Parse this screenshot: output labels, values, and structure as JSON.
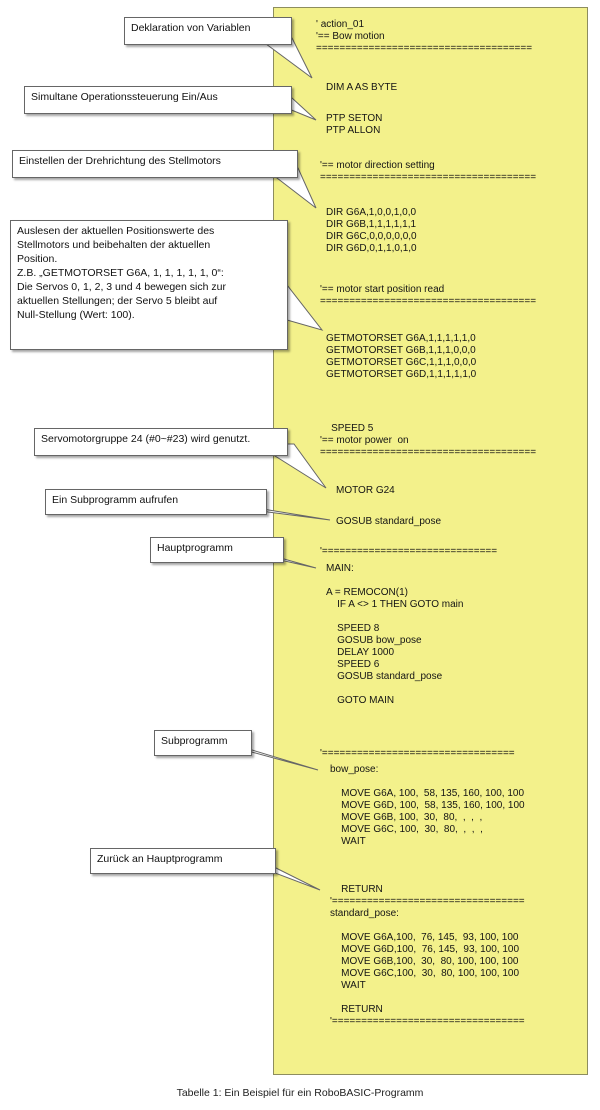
{
  "code_blocks": [
    {
      "id": "header",
      "lines": [
        "' action_01",
        "'== Bow motion",
        "====================================="
      ]
    },
    {
      "id": "dim",
      "lines": [
        "DIM A AS BYTE"
      ]
    },
    {
      "id": "ptp",
      "lines": [
        "PTP SETON",
        "PTP ALLON"
      ]
    },
    {
      "id": "dir_header",
      "lines": [
        "'== motor direction setting",
        "====================================="
      ]
    },
    {
      "id": "dir",
      "lines": [
        "DIR G6A,1,0,0,1,0,0",
        "DIR G6B,1,1,1,1,1,1",
        "DIR G6C,0,0,0,0,0,0",
        "DIR G6D,0,1,1,0,1,0"
      ]
    },
    {
      "id": "read_header",
      "lines": [
        "'== motor start position read",
        "====================================="
      ]
    },
    {
      "id": "getmotor",
      "lines": [
        "GETMOTORSET G6A,1,1,1,1,1,0",
        "GETMOTORSET G6B,1,1,1,0,0,0",
        "GETMOTORSET G6C,1,1,1,0,0,0",
        "GETMOTORSET G6D,1,1,1,1,1,0"
      ]
    },
    {
      "id": "speed5",
      "lines": [
        "    SPEED 5",
        "'== motor power  on",
        "====================================="
      ]
    },
    {
      "id": "motor",
      "lines": [
        "MOTOR G24"
      ]
    },
    {
      "id": "gosub",
      "lines": [
        "GOSUB standard_pose"
      ]
    },
    {
      "id": "main_sep",
      "lines": [
        "'=============================="
      ]
    },
    {
      "id": "main",
      "lines": [
        "MAIN:",
        "",
        "A = REMOCON(1)",
        "    IF A <> 1 THEN GOTO main",
        "",
        "    SPEED 8",
        "    GOSUB bow_pose",
        "    DELAY 1000",
        "    SPEED 6",
        "    GOSUB standard_pose",
        "",
        "    GOTO MAIN"
      ]
    },
    {
      "id": "bow_sep",
      "lines": [
        "'================================="
      ]
    },
    {
      "id": "bow",
      "lines": [
        "bow_pose:",
        "",
        "    MOVE G6A, 100,  58, 135, 160, 100, 100",
        "    MOVE G6D, 100,  58, 135, 160, 100, 100",
        "    MOVE G6B, 100,  30,  80,  ,  ,  ,",
        "    MOVE G6C, 100,  30,  80,  ,  ,  ,",
        "    WAIT"
      ]
    },
    {
      "id": "return1",
      "lines": [
        "    RETURN",
        "'=================================",
        "standard_pose:",
        "",
        "    MOVE G6A,100,  76, 145,  93, 100, 100",
        "    MOVE G6D,100,  76, 145,  93, 100, 100",
        "    MOVE G6B,100,  30,  80, 100, 100, 100",
        "    MOVE G6C,100,  30,  80, 100, 100, 100",
        "    WAIT",
        "",
        "    RETURN",
        "'================================="
      ]
    }
  ],
  "callouts": [
    {
      "id": "c1",
      "text": "Deklaration von Variablen"
    },
    {
      "id": "c2",
      "text": "Simultane Operationssteuerung Ein/Aus"
    },
    {
      "id": "c3",
      "text": "Einstellen der Drehrichtung des Stellmotors"
    },
    {
      "id": "c4",
      "text": "Auslesen der aktuellen Positionswerte des\nStellmotors und beibehalten der aktuellen\nPosition.\nZ.B. „GETMOTORSET G6A, 1, 1, 1, 1, 1, 0“:\nDie Servos 0, 1, 2, 3 und 4 bewegen sich zur\naktuellen Stellungen; der Servo 5 bleibt auf\nNull-Stellung (Wert: 100)."
    },
    {
      "id": "c5",
      "text": "Servomotorgruppe 24 (#0~#23) wird genutzt."
    },
    {
      "id": "c6",
      "text": "Ein Subprogramm aufrufen"
    },
    {
      "id": "c7",
      "text": "Hauptprogramm"
    },
    {
      "id": "c8",
      "text": "Subprogramm"
    },
    {
      "id": "c9",
      "text": "Zurück an Hauptprogramm"
    }
  ],
  "caption": "Tabelle 1: Ein Beispiel für ein RoboBASIC-Programm"
}
